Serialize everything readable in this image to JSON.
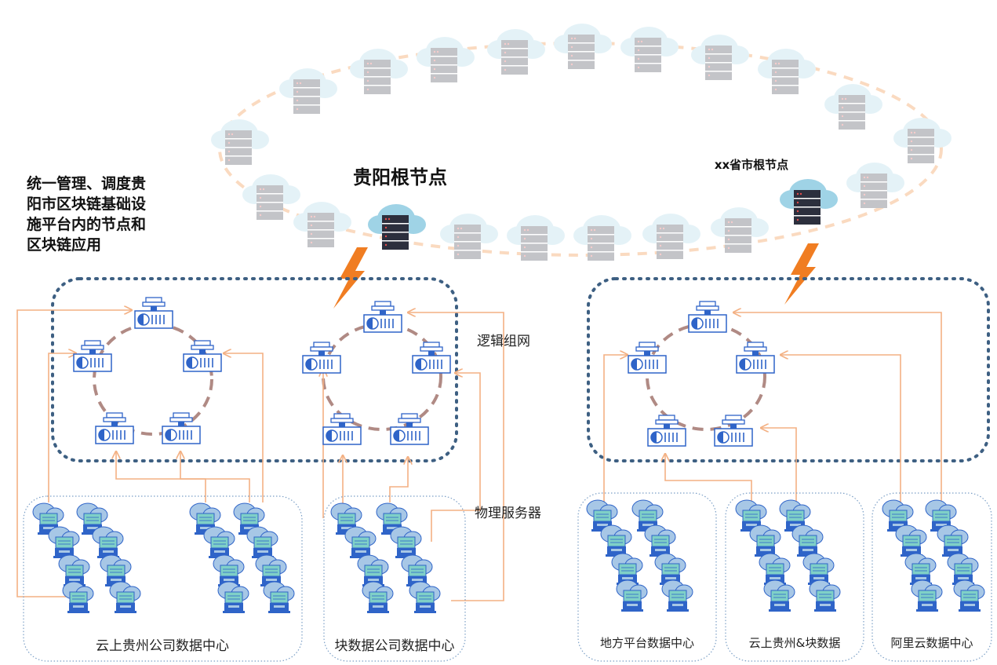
{
  "labels": {
    "guiyang_root": "贵阳根节点",
    "province_root": "xx省市根节点",
    "description_lines": [
      "统一管理、调度贵",
      "阳市区块链基础设",
      "施平台内的节点和",
      "区块链应用"
    ],
    "logical_network": "逻辑组网",
    "physical_servers": "物理服务器"
  },
  "datacenters": [
    {
      "name": "云上贵州公司数据中心"
    },
    {
      "name": "块数据公司数据中心"
    },
    {
      "name": "地方平台数据中心"
    },
    {
      "name": "云上贵州&块数据"
    },
    {
      "name": "阿里云数据中心"
    }
  ],
  "colors": {
    "accent_orange": "#f07d22",
    "arrow_orange": "#f3b184",
    "ring_brown": "#b08a84",
    "dotted_blue": "#3d5f82",
    "node_blue": "#2f64c8",
    "cloud_teal": "#73bcd6",
    "dc_border": "#7b9fc6"
  }
}
